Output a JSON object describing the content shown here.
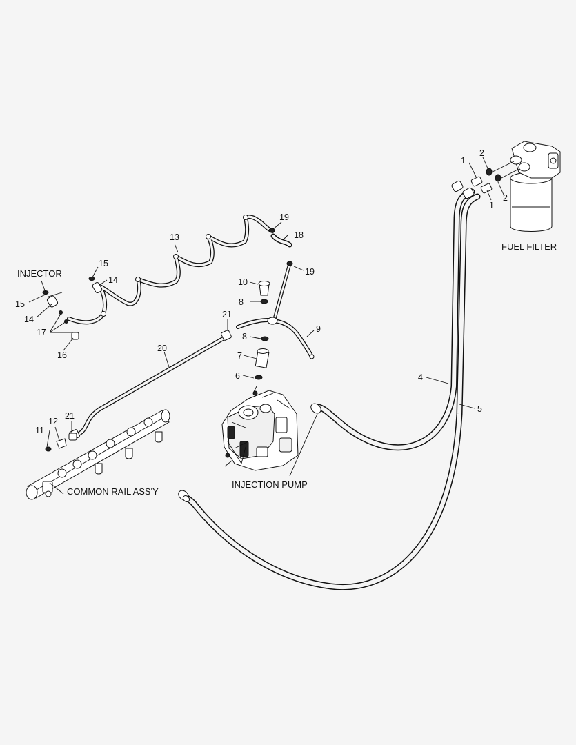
{
  "callouts": {
    "c1a": "1",
    "c1b": "1",
    "c2a": "2",
    "c2b": "2",
    "c4": "4",
    "c5": "5",
    "c6": "6",
    "c7": "7",
    "c8a": "8",
    "c8b": "8",
    "c9": "9",
    "c10": "10",
    "c11": "11",
    "c12": "12",
    "c13": "13",
    "c14a": "14",
    "c14b": "14",
    "c15a": "15",
    "c15b": "15",
    "c16": "16",
    "c17": "17",
    "c18": "18",
    "c19a": "19",
    "c19b": "19",
    "c20": "20",
    "c21a": "21",
    "c21b": "21"
  },
  "labels": {
    "injector": "INJECTOR",
    "fuel_filter": "FUEL FILTER",
    "injection_pump": "INJECTION PUMP",
    "common_rail": "COMMON RAIL ASS'Y"
  }
}
